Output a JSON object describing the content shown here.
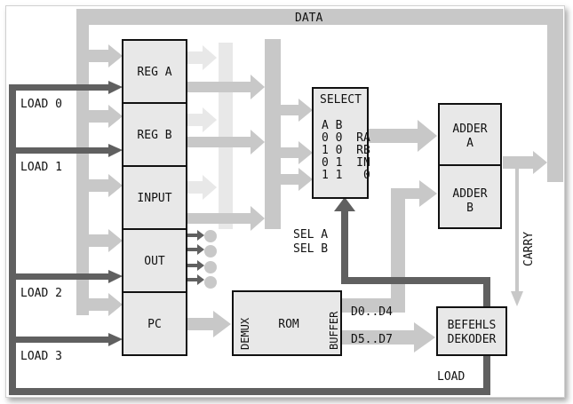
{
  "bus": {
    "data": "DATA"
  },
  "registers": {
    "reg_a": "REG A",
    "reg_b": "REG B",
    "input": "INPUT",
    "out": "OUT",
    "pc": "PC"
  },
  "load_signals": {
    "load0": "LOAD 0",
    "load1": "LOAD 1",
    "load2": "LOAD 2",
    "load3": "LOAD 3",
    "load": "LOAD"
  },
  "select": {
    "title": "SELECT",
    "header": "A B",
    "rows": [
      "0 0  RA",
      "1 0  RB",
      "0 1  IN",
      "1 1   0"
    ]
  },
  "adder": {
    "a_line1": "ADDER",
    "a_line2": "A",
    "b_line1": "ADDER",
    "b_line2": "B",
    "carry": "CARRY"
  },
  "sel_lines": {
    "sel_a": "SEL A",
    "sel_b": "SEL B"
  },
  "rom": {
    "demux": "DEMUX",
    "rom": "ROM",
    "buffer": "BUFFER"
  },
  "data_lines": {
    "d0_d4": "D0..D4",
    "d5_d7": "D5..D7"
  },
  "decoder": {
    "line1": "BEFEHLS",
    "line2": "DEKODER"
  },
  "colors": {
    "block_fill": "#e8e8e8",
    "bus_light": "#c8c8c8",
    "bus_lighter": "#e8e8e8",
    "control_dark": "#606060"
  }
}
